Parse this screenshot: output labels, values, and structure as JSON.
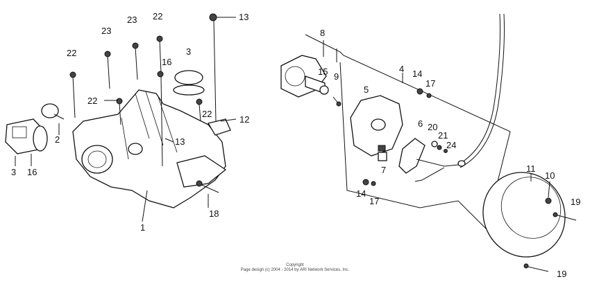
{
  "callouts": [
    {
      "id": "c1",
      "text": "1"
    },
    {
      "id": "c2",
      "text": "2"
    },
    {
      "id": "c3a",
      "text": "3"
    },
    {
      "id": "c3b",
      "text": "3"
    },
    {
      "id": "c4",
      "text": "4"
    },
    {
      "id": "c5",
      "text": "5"
    },
    {
      "id": "c6",
      "text": "6"
    },
    {
      "id": "c7",
      "text": "7"
    },
    {
      "id": "c8",
      "text": "8"
    },
    {
      "id": "c9",
      "text": "9"
    },
    {
      "id": "c10",
      "text": "10"
    },
    {
      "id": "c11",
      "text": "11"
    },
    {
      "id": "c12",
      "text": "12"
    },
    {
      "id": "c13a",
      "text": "13"
    },
    {
      "id": "c13b",
      "text": "13"
    },
    {
      "id": "c14a",
      "text": "14"
    },
    {
      "id": "c14b",
      "text": "14"
    },
    {
      "id": "c15",
      "text": "15"
    },
    {
      "id": "c16a",
      "text": "16"
    },
    {
      "id": "c16b",
      "text": "16"
    },
    {
      "id": "c17a",
      "text": "17"
    },
    {
      "id": "c17b",
      "text": "17"
    },
    {
      "id": "c18",
      "text": "18"
    },
    {
      "id": "c19a",
      "text": "19"
    },
    {
      "id": "c19b",
      "text": "19"
    },
    {
      "id": "c20",
      "text": "20"
    },
    {
      "id": "c21",
      "text": "21"
    },
    {
      "id": "c22a",
      "text": "22"
    },
    {
      "id": "c22b",
      "text": "22"
    },
    {
      "id": "c22c",
      "text": "22"
    },
    {
      "id": "c22d",
      "text": "22"
    },
    {
      "id": "c23a",
      "text": "23"
    },
    {
      "id": "c23b",
      "text": "23"
    },
    {
      "id": "c24",
      "text": "24"
    }
  ],
  "copyright": {
    "line1": "Copyright",
    "line2": "Page design (c) 2004 - 2014 by ARI Network Services, Inc."
  }
}
